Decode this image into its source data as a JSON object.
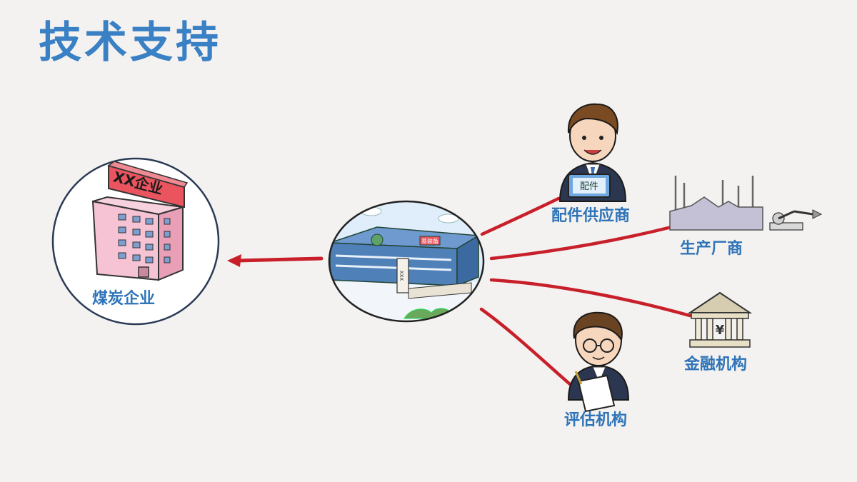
{
  "title": "技术支持",
  "colors": {
    "background": "#f4f2f0",
    "title": "#3a80c4",
    "label": "#2f74b8",
    "arrow": "#c8202a",
    "building_pink": "#f3b9cc",
    "sign_red": "#e9545f",
    "factory_blue": "#4f80b8"
  },
  "center": {
    "name": "factory",
    "sign_text": "易装备",
    "pillar_text": "XXX"
  },
  "coal_enterprise": {
    "label": "煤炭企业",
    "sign_text": "XX企业"
  },
  "partners": [
    {
      "id": "parts-supplier",
      "label": "配件供应商",
      "card_text": "配件",
      "icon": "businessman-icon"
    },
    {
      "id": "manufacturer",
      "label": "生产厂商",
      "icon": "factory-icon"
    },
    {
      "id": "financial-institution",
      "label": "金融机构",
      "badge_text": "¥",
      "icon": "bank-icon"
    },
    {
      "id": "evaluation-agency",
      "label": "评估机构",
      "icon": "inspector-icon"
    }
  ]
}
